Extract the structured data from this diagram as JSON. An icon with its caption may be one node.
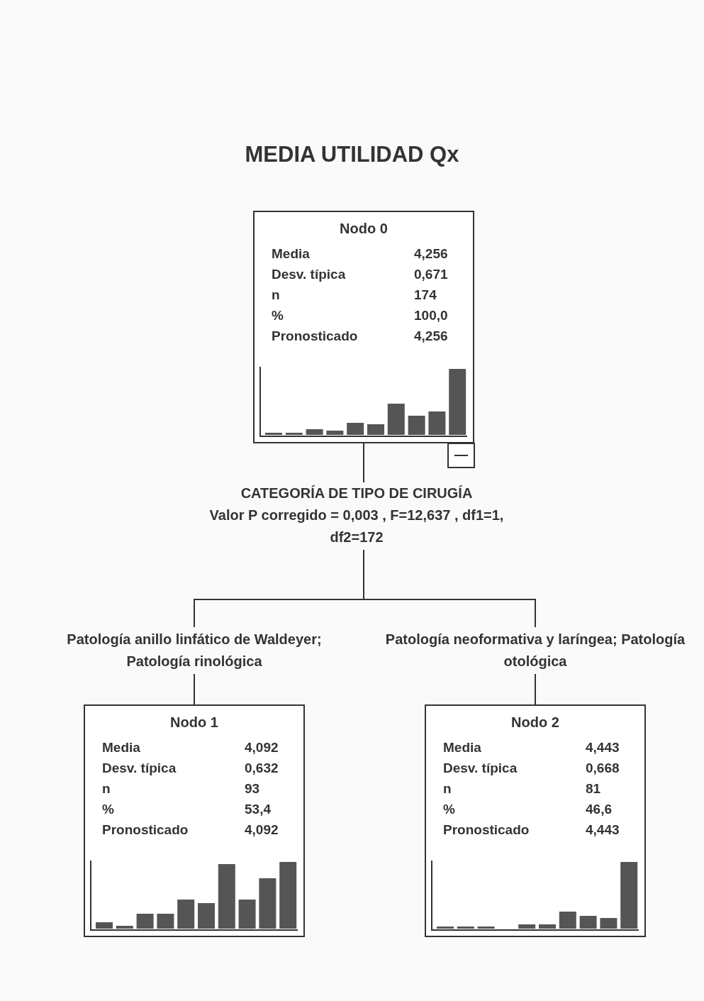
{
  "diagram": {
    "title": "MEDIA UTILIDAD Qx",
    "nodes": [
      {
        "text": [
          "Nodo 0",
          "Media",
          "4,256",
          "Desv. típica",
          "0,671",
          "n",
          "174",
          "%",
          "100,0",
          "Pronosticado",
          "4,256"
        ]
      },
      {
        "text": [
          "CATEGORÍA DE TIPO DE CIRUGÍA",
          "Valor P corregido = 0,003 , F=12,637 , df1=1, df2=172"
        ]
      },
      {
        "text": [
          "Nodo 1",
          "Media",
          "4,092",
          "Desv. típica",
          "0,632",
          "n",
          "93",
          "%",
          "53,4",
          "Pronosticado",
          "4,092"
        ]
      },
      {
        "text": [
          "Nodo 2",
          "Media",
          "4,443",
          "Desv. típica",
          "0,668",
          "n",
          "81",
          "%",
          "46,6",
          "Pronosticado",
          "4,443"
        ]
      }
    ],
    "edges": [
      {
        "from": 0,
        "to": 1,
        "arrow": "none"
      },
      {
        "from": 1,
        "to": 2,
        "arrow": "none",
        "label": "Patología anillo linfático de Waldeyer; Patología rinológica"
      },
      {
        "from": 1,
        "to": 3,
        "arrow": "none",
        "label": "Patología neoformativa y laríngea; Patología otológica"
      }
    ]
  }
}
